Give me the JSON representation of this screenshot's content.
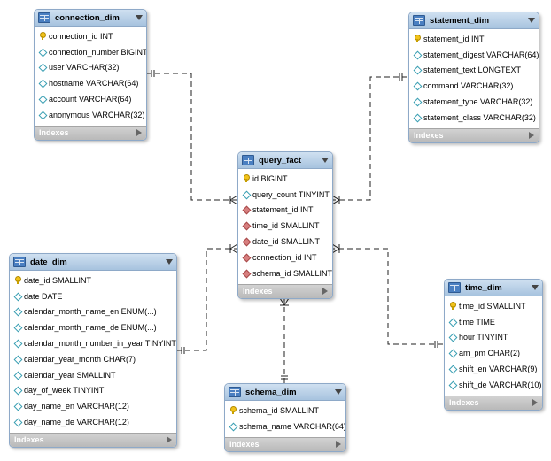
{
  "indexes_label": "Indexes",
  "tables": {
    "connection_dim": {
      "title": "connection_dim",
      "columns": [
        {
          "label": "connection_id INT",
          "kind": "pk"
        },
        {
          "label": "connection_number BIGINT",
          "kind": "attr"
        },
        {
          "label": "user VARCHAR(32)",
          "kind": "attr"
        },
        {
          "label": "hostname VARCHAR(64)",
          "kind": "attr"
        },
        {
          "label": "account VARCHAR(64)",
          "kind": "attr"
        },
        {
          "label": "anonymous VARCHAR(32)",
          "kind": "attr"
        }
      ]
    },
    "statement_dim": {
      "title": "statement_dim",
      "columns": [
        {
          "label": "statement_id INT",
          "kind": "pk"
        },
        {
          "label": "statement_digest VARCHAR(64)",
          "kind": "attr"
        },
        {
          "label": "statement_text LONGTEXT",
          "kind": "attr"
        },
        {
          "label": "command VARCHAR(32)",
          "kind": "attr"
        },
        {
          "label": "statement_type VARCHAR(32)",
          "kind": "attr"
        },
        {
          "label": "statement_class VARCHAR(32)",
          "kind": "attr"
        }
      ]
    },
    "query_fact": {
      "title": "query_fact",
      "columns": [
        {
          "label": "id BIGINT",
          "kind": "pk"
        },
        {
          "label": "query_count TINYINT",
          "kind": "attr"
        },
        {
          "label": "statement_id INT",
          "kind": "fk"
        },
        {
          "label": "time_id SMALLINT",
          "kind": "fk"
        },
        {
          "label": "date_id SMALLINT",
          "kind": "fk"
        },
        {
          "label": "connection_id INT",
          "kind": "fk"
        },
        {
          "label": "schema_id SMALLINT",
          "kind": "fk"
        }
      ]
    },
    "date_dim": {
      "title": "date_dim",
      "columns": [
        {
          "label": "date_id SMALLINT",
          "kind": "pk"
        },
        {
          "label": "date DATE",
          "kind": "attr"
        },
        {
          "label": "calendar_month_name_en ENUM(...)",
          "kind": "attr"
        },
        {
          "label": "calendar_month_name_de ENUM(...)",
          "kind": "attr"
        },
        {
          "label": "calendar_month_number_in_year TINYINT",
          "kind": "attr"
        },
        {
          "label": "calendar_year_month CHAR(7)",
          "kind": "attr"
        },
        {
          "label": "calendar_year SMALLINT",
          "kind": "attr"
        },
        {
          "label": "day_of_week TINYINT",
          "kind": "attr"
        },
        {
          "label": "day_name_en VARCHAR(12)",
          "kind": "attr"
        },
        {
          "label": "day_name_de VARCHAR(12)",
          "kind": "attr"
        }
      ]
    },
    "time_dim": {
      "title": "time_dim",
      "columns": [
        {
          "label": "time_id SMALLINT",
          "kind": "pk"
        },
        {
          "label": "time TIME",
          "kind": "attr"
        },
        {
          "label": "hour TINYINT",
          "kind": "attr"
        },
        {
          "label": "am_pm CHAR(2)",
          "kind": "attr"
        },
        {
          "label": "shift_en VARCHAR(9)",
          "kind": "attr"
        },
        {
          "label": "shift_de VARCHAR(10)",
          "kind": "attr"
        }
      ]
    },
    "schema_dim": {
      "title": "schema_dim",
      "columns": [
        {
          "label": "schema_id SMALLINT",
          "kind": "pk"
        },
        {
          "label": "schema_name VARCHAR(64)",
          "kind": "attr"
        }
      ]
    }
  },
  "relationships": [
    {
      "from": "connection_dim",
      "to": "query_fact",
      "cardinality": "one-to-many"
    },
    {
      "from": "statement_dim",
      "to": "query_fact",
      "cardinality": "one-to-many"
    },
    {
      "from": "date_dim",
      "to": "query_fact",
      "cardinality": "one-to-many"
    },
    {
      "from": "time_dim",
      "to": "query_fact",
      "cardinality": "one-to-many"
    },
    {
      "from": "schema_dim",
      "to": "query_fact",
      "cardinality": "one-to-many"
    }
  ]
}
